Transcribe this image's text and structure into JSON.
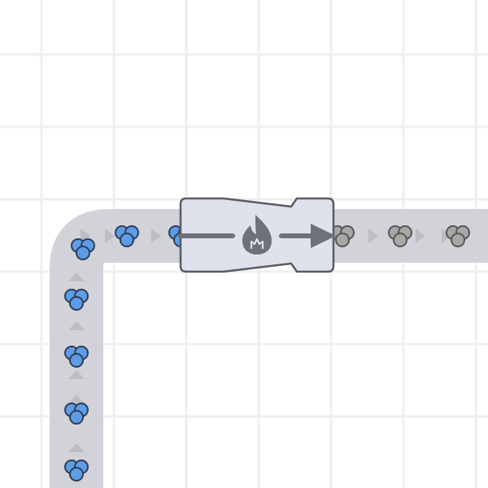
{
  "scene": {
    "machine": {
      "kind": "smelter",
      "icon": "flame-icon",
      "output_arrow": "arrow-right-icon"
    },
    "belt": {
      "direction_in": "up-then-right",
      "direction_out": "right"
    },
    "items": {
      "input_kind": "blue-ore-cluster",
      "output_kind": "gray-ingot-cluster"
    }
  },
  "colors": {
    "background": "#ffffff",
    "grid": "#efeff1",
    "belt": "#d2d3d8",
    "belt_arrow": "#bdbec4",
    "machine_fill": "#dfe1ec",
    "machine_stroke": "#5a5c63",
    "icon": "#6f7178",
    "ore_fill": "#5d9de8",
    "ore_stroke": "#2f3d55",
    "ingot_fill": "#a7a7a4",
    "ingot_stroke": "#55565a"
  }
}
